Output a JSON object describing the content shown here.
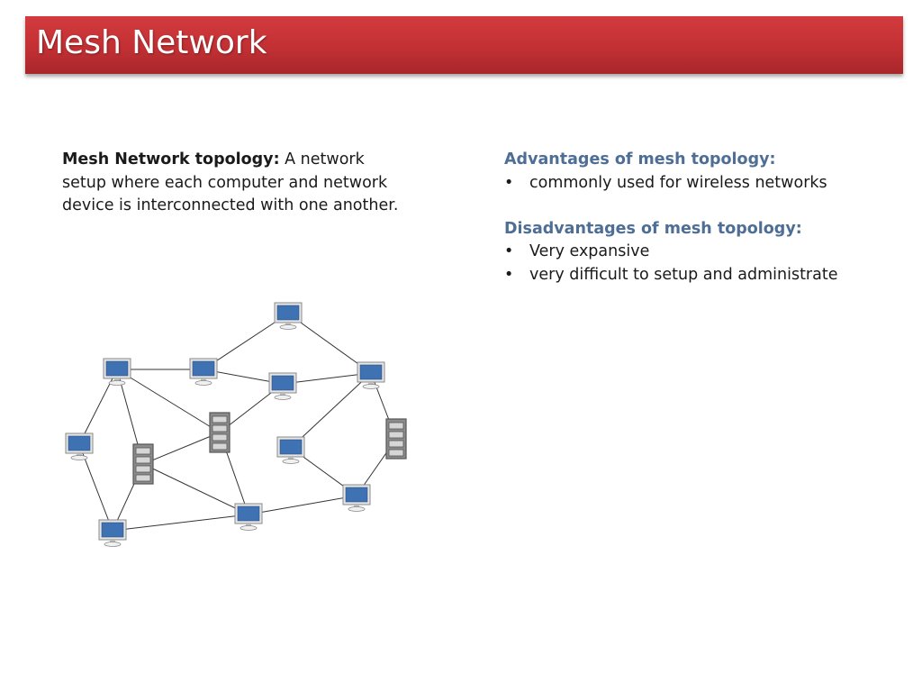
{
  "slide": {
    "title": "Mesh Network"
  },
  "left": {
    "term": "Mesh Network topology:",
    "definition": " A network setup where each computer and network device is interconnected with one another."
  },
  "right": {
    "advantages_heading": "Advantages of mesh topology:",
    "advantages": [
      "commonly used for wireless networks"
    ],
    "disadvantages_heading": "Disadvantages of mesh topology:",
    "disadvantages": [
      "Very expansive",
      "very difficult to setup and administrate"
    ],
    "bullet_glyph": "•"
  },
  "diagram": {
    "nodes": [
      {
        "id": "pc-top",
        "type": "computer"
      },
      {
        "id": "pc-upper-left",
        "type": "computer"
      },
      {
        "id": "pc-upper-mid",
        "type": "computer"
      },
      {
        "id": "pc-center",
        "type": "computer"
      },
      {
        "id": "pc-upper-right",
        "type": "computer"
      },
      {
        "id": "pc-left",
        "type": "computer"
      },
      {
        "id": "server-center",
        "type": "server"
      },
      {
        "id": "server-left",
        "type": "server"
      },
      {
        "id": "server-right",
        "type": "server"
      },
      {
        "id": "pc-right-mid",
        "type": "computer"
      },
      {
        "id": "pc-right-low",
        "type": "computer"
      },
      {
        "id": "pc-bottom-mid",
        "type": "computer"
      },
      {
        "id": "pc-bottom-left",
        "type": "computer"
      }
    ],
    "links": [
      [
        "pc-top",
        "pc-upper-mid"
      ],
      [
        "pc-top",
        "pc-upper-right"
      ],
      [
        "pc-upper-left",
        "pc-upper-mid"
      ],
      [
        "pc-upper-left",
        "server-center"
      ],
      [
        "pc-upper-left",
        "pc-left"
      ],
      [
        "pc-upper-left",
        "server-left"
      ],
      [
        "pc-upper-mid",
        "pc-center"
      ],
      [
        "pc-center",
        "pc-upper-right"
      ],
      [
        "pc-center",
        "server-center"
      ],
      [
        "pc-upper-right",
        "server-right"
      ],
      [
        "pc-upper-right",
        "pc-right-mid"
      ],
      [
        "server-center",
        "server-left"
      ],
      [
        "server-center",
        "pc-bottom-mid"
      ],
      [
        "pc-left",
        "pc-bottom-left"
      ],
      [
        "server-left",
        "pc-bottom-left"
      ],
      [
        "server-left",
        "pc-bottom-mid"
      ],
      [
        "pc-right-mid",
        "pc-right-low"
      ],
      [
        "server-right",
        "pc-right-low"
      ],
      [
        "pc-right-low",
        "pc-bottom-mid"
      ],
      [
        "pc-bottom-mid",
        "pc-bottom-left"
      ]
    ],
    "colors": {
      "screen": "#3f72b3",
      "bezel": "#e6e6e6",
      "server": "#8c8c8c",
      "link": "#333333"
    }
  }
}
